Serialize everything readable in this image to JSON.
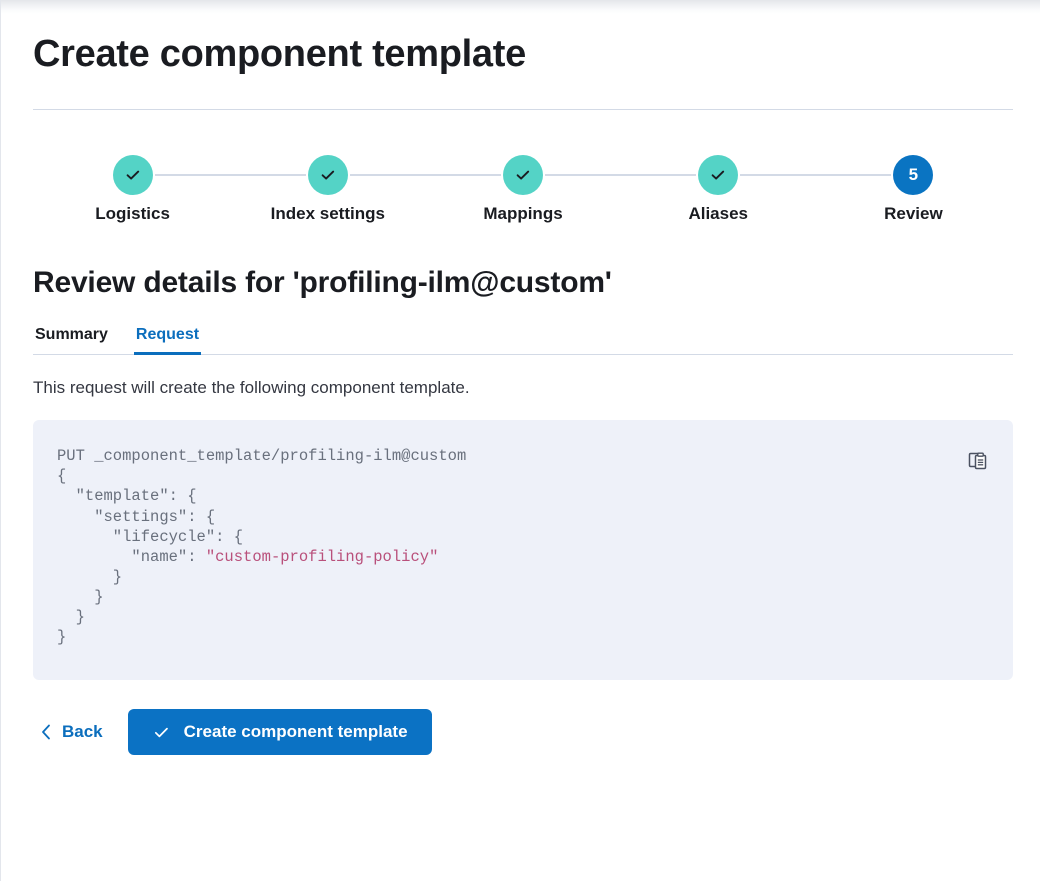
{
  "page": {
    "title": "Create component template"
  },
  "stepper": {
    "steps": [
      {
        "label": "Logistics",
        "state": "done",
        "marker": "check-icon"
      },
      {
        "label": "Index settings",
        "state": "done",
        "marker": "check-icon"
      },
      {
        "label": "Mappings",
        "state": "done",
        "marker": "check-icon"
      },
      {
        "label": "Aliases",
        "state": "done",
        "marker": "check-icon"
      },
      {
        "label": "Review",
        "state": "current",
        "marker": "5"
      }
    ],
    "current_step_number": "5",
    "done_color": "#54d3c6",
    "current_color": "#0a74c2"
  },
  "review": {
    "heading": "Review details for 'profiling-ilm@custom'",
    "tabs": [
      {
        "label": "Summary",
        "active": false
      },
      {
        "label": "Request",
        "active": true
      }
    ],
    "description": "This request will create the following component template.",
    "copy_icon": "clipboard-copy-icon",
    "request": {
      "method_line": "PUT _component_template/profiling-ilm@custom",
      "lines": [
        "{",
        "  \"template\": {",
        "    \"settings\": {",
        "      \"lifecycle\": {",
        "        \"name\": \"custom-profiling-policy\"",
        "      }",
        "    }",
        "  }",
        "}"
      ],
      "string_value": "\"custom-profiling-policy\"",
      "string_color": "#b9507b"
    }
  },
  "footer": {
    "back_label": "Back",
    "back_icon": "chevron-left-icon",
    "submit_label": "Create component template",
    "submit_icon": "check-icon",
    "accent_color": "#0b72c4"
  }
}
